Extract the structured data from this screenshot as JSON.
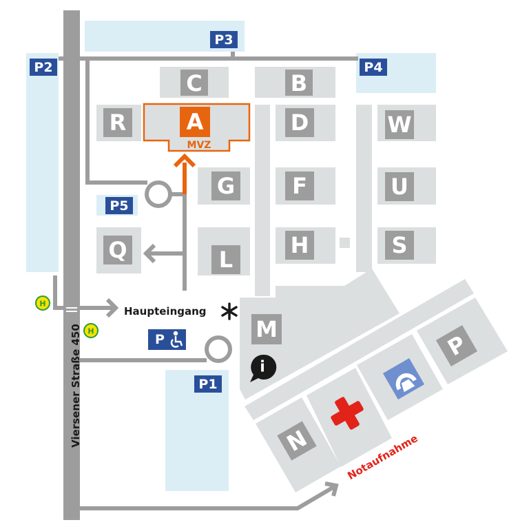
{
  "colors": {
    "building": "#dcdfe0",
    "letter_box": "#9d9d9d",
    "road": "#9d9d9d",
    "parking_area": "#dbeef6",
    "parking_label": "#2a4f9a",
    "highlight": "#e8650f",
    "emergency": "#e2231a",
    "radiology": "#6f8fcf"
  },
  "buildings": {
    "A": "A",
    "B": "B",
    "C": "C",
    "D": "D",
    "F": "F",
    "G": "G",
    "H": "H",
    "L": "L",
    "M": "M",
    "N": "N",
    "P": "P",
    "Q": "Q",
    "R": "R",
    "S": "S",
    "U": "U",
    "W": "W"
  },
  "highlight_sublabel": "MVZ",
  "parking": {
    "p1": "P1",
    "p2": "P2",
    "p3": "P3",
    "p4": "P4",
    "p5": "P5",
    "disabled": "P"
  },
  "labels": {
    "main_entrance": "Haupteingang",
    "street": "Viersener Straße 450",
    "emergency": "Notaufnahme",
    "bus_stop": "H",
    "info": "i"
  }
}
